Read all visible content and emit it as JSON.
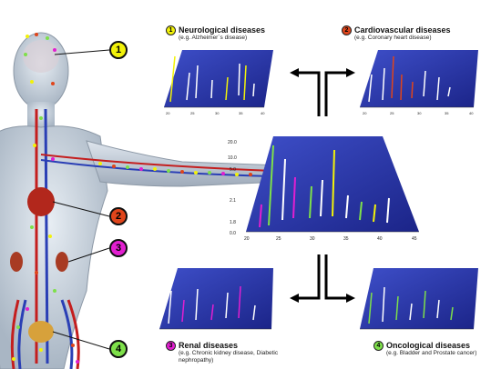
{
  "colors": {
    "yellow": "#f2f20a",
    "red": "#e0451b",
    "magenta": "#e21fd0",
    "green": "#7ee04a",
    "plot_blue": "#2330a8"
  },
  "callouts": [
    {
      "number": "1",
      "color": "#f2f20a"
    },
    {
      "number": "2",
      "color": "#e0451b"
    },
    {
      "number": "3",
      "color": "#e21fd0"
    },
    {
      "number": "4",
      "color": "#7ee04a"
    }
  ],
  "panels": {
    "neuro": {
      "number": "1",
      "title": "Neurological diseases",
      "subtitle": "(e.g. Alzheimer´s disease)"
    },
    "cardio": {
      "number": "2",
      "title": "Cardiovascular diseases",
      "subtitle": "(e.g. Coronary heart disease)"
    },
    "renal": {
      "number": "3",
      "title": "Renal diseases",
      "subtitle": "(e.g. Chronic kidney disease, Diabetic nephropathy)"
    },
    "onco": {
      "number": "4",
      "title": "Oncological diseases",
      "subtitle": "(e.g. Bladder and Prostate cancer)"
    }
  },
  "center_plot": {
    "y_ticks": [
      "20.0",
      "10.0",
      "5.0",
      "2.1",
      "1.8",
      "0.0"
    ],
    "x_ticks": [
      "20",
      "25",
      "30",
      "35",
      "40",
      "45"
    ]
  },
  "small_plot": {
    "x_ticks": [
      "20",
      "25",
      "30",
      "35",
      "40"
    ]
  }
}
